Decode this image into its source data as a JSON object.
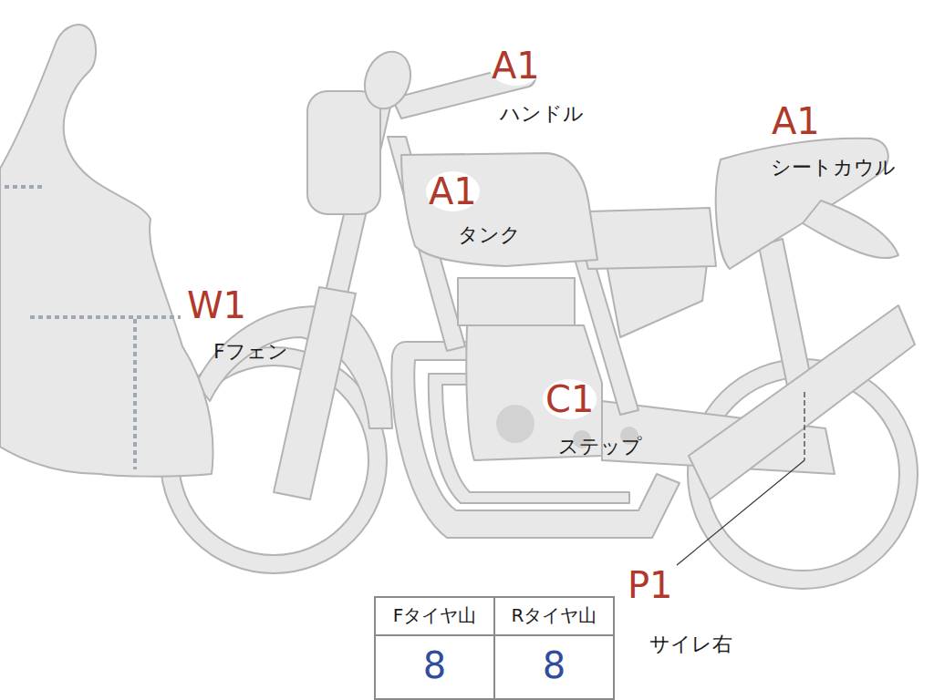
{
  "diagram": {
    "labels": [
      "A1",
      "ハンドル",
      "A1",
      "シートカウル",
      "A1",
      "タンク",
      "W1",
      "Fフェン",
      "C1",
      "ステップ",
      "P1",
      "サイレ右",
      "Fタイヤ山",
      "Rタイヤ山",
      "8",
      "8"
    ]
  }
}
